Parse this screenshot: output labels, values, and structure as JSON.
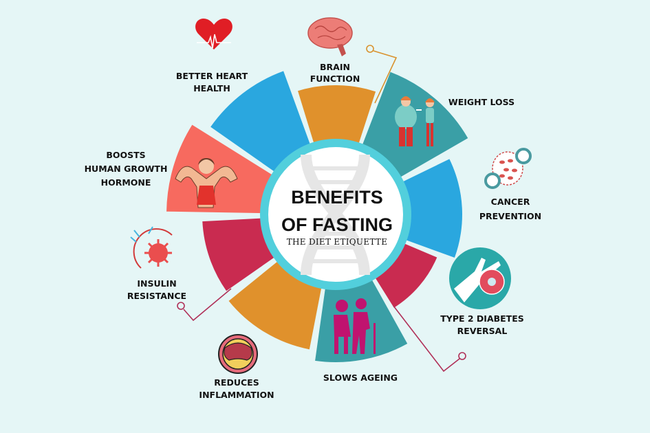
{
  "title_line1": "BENEFITS",
  "title_line2": "OF FASTING",
  "brand": "THE DIET ETIQUETTE",
  "colors": {
    "background": "#e5f6f6",
    "orange": "#e0912c",
    "teal": "#3a9fa6",
    "blue": "#2aa7df",
    "crimson": "#c92b50",
    "coral": "#f76a5f",
    "ring": "#52cfdc"
  },
  "benefits": [
    {
      "line1": "BRAIN",
      "line2": "FUNCTION",
      "icon": "brain-icon"
    },
    {
      "line1": "WEIGHT LOSS",
      "line2": "",
      "icon": "weight-loss-icon"
    },
    {
      "line1": "CANCER",
      "line2": "PREVENTION",
      "icon": "cancer-cell-icon"
    },
    {
      "line1": "TYPE 2 DIABETES",
      "line2": "REVERSAL",
      "icon": "blood-test-icon"
    },
    {
      "line1": "SLOWS AGEING",
      "line2": "",
      "icon": "elderly-couple-icon"
    },
    {
      "line1": "REDUCES",
      "line2": "INFLAMMATION",
      "icon": "inflamed-artery-icon"
    },
    {
      "line1": "INSULIN",
      "line2": "RESISTANCE",
      "icon": "virus-icon"
    },
    {
      "line1": "BOOSTS",
      "line2": "HUMAN GROWTH",
      "line3": "HORMONE",
      "icon": "muscle-man-icon"
    },
    {
      "line1": "BETTER HEART",
      "line2": "HEALTH",
      "icon": "heart-icon"
    }
  ]
}
